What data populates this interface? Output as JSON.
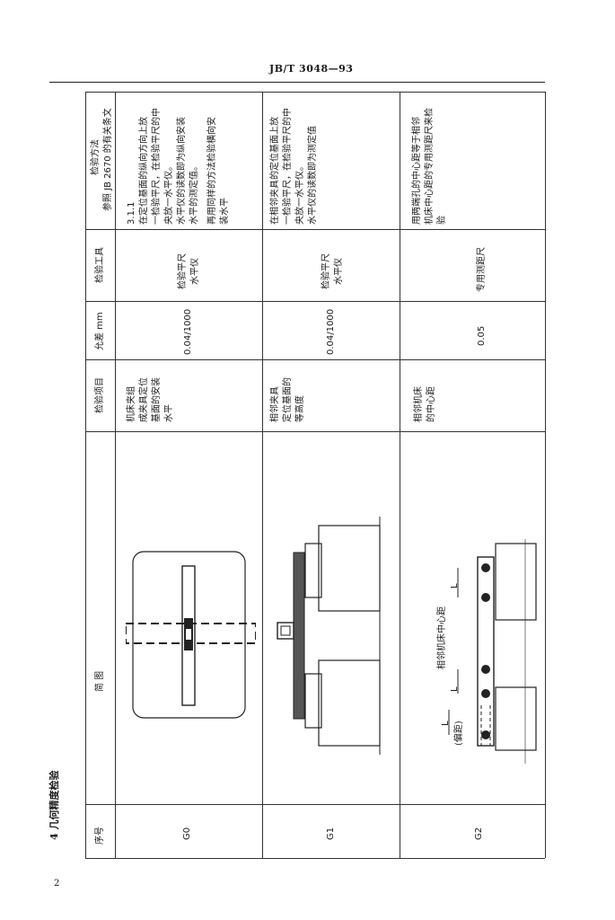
{
  "header": {
    "code": "JB/T 3048—93"
  },
  "section": {
    "heading": "4  几何精度检验"
  },
  "page": {
    "number": "2"
  },
  "columns": {
    "seq": "序号",
    "figure": "简      图",
    "item": "检验项目",
    "tolerance": "允差  mm",
    "tool": "检验工具",
    "method_title": "检验方法",
    "method_ref": "参照 JB 2670 的有关条文"
  },
  "rows": [
    {
      "seq": "G0",
      "item": [
        "机床夹组",
        "成夹具定位",
        "基面的安装",
        "水平"
      ],
      "tolerance": "0.04/1000",
      "tool": [
        "检验平尺",
        "水平仪"
      ],
      "method": [
        "3.1.1",
        "在定位基面的纵向方向上放",
        "一检验平尺，在检验平尺的中",
        "央放一水平仪。",
        "水平仪的读数即为纵向安装",
        "水平的测定值。",
        "再用同样的方法检验横向安",
        "装水平"
      ]
    },
    {
      "seq": "G1",
      "item": [
        "相邻夹具",
        "定位基面的",
        "等高度"
      ],
      "tolerance": "0.04/1000",
      "tool": [
        "检验平尺",
        "水平仪"
      ],
      "method": [
        "在相邻夹具的定位基面上放",
        "一检验平尺，在检验平尺的中",
        "央放一水平仪。",
        "水平仪的读数即为测定值"
      ]
    },
    {
      "seq": "G2",
      "item": [
        "相邻机床",
        "的中心距"
      ],
      "tolerance": "0.05",
      "tool": [
        "专用测距尺"
      ],
      "method": [
        "用两端孔的中心距等于相邻",
        "机床中心距的专用测距尺来检",
        "验"
      ],
      "figure_labels": {
        "center_distance": "相邻机床中心距",
        "L": "L",
        "offset": "(偏距)"
      }
    }
  ]
}
